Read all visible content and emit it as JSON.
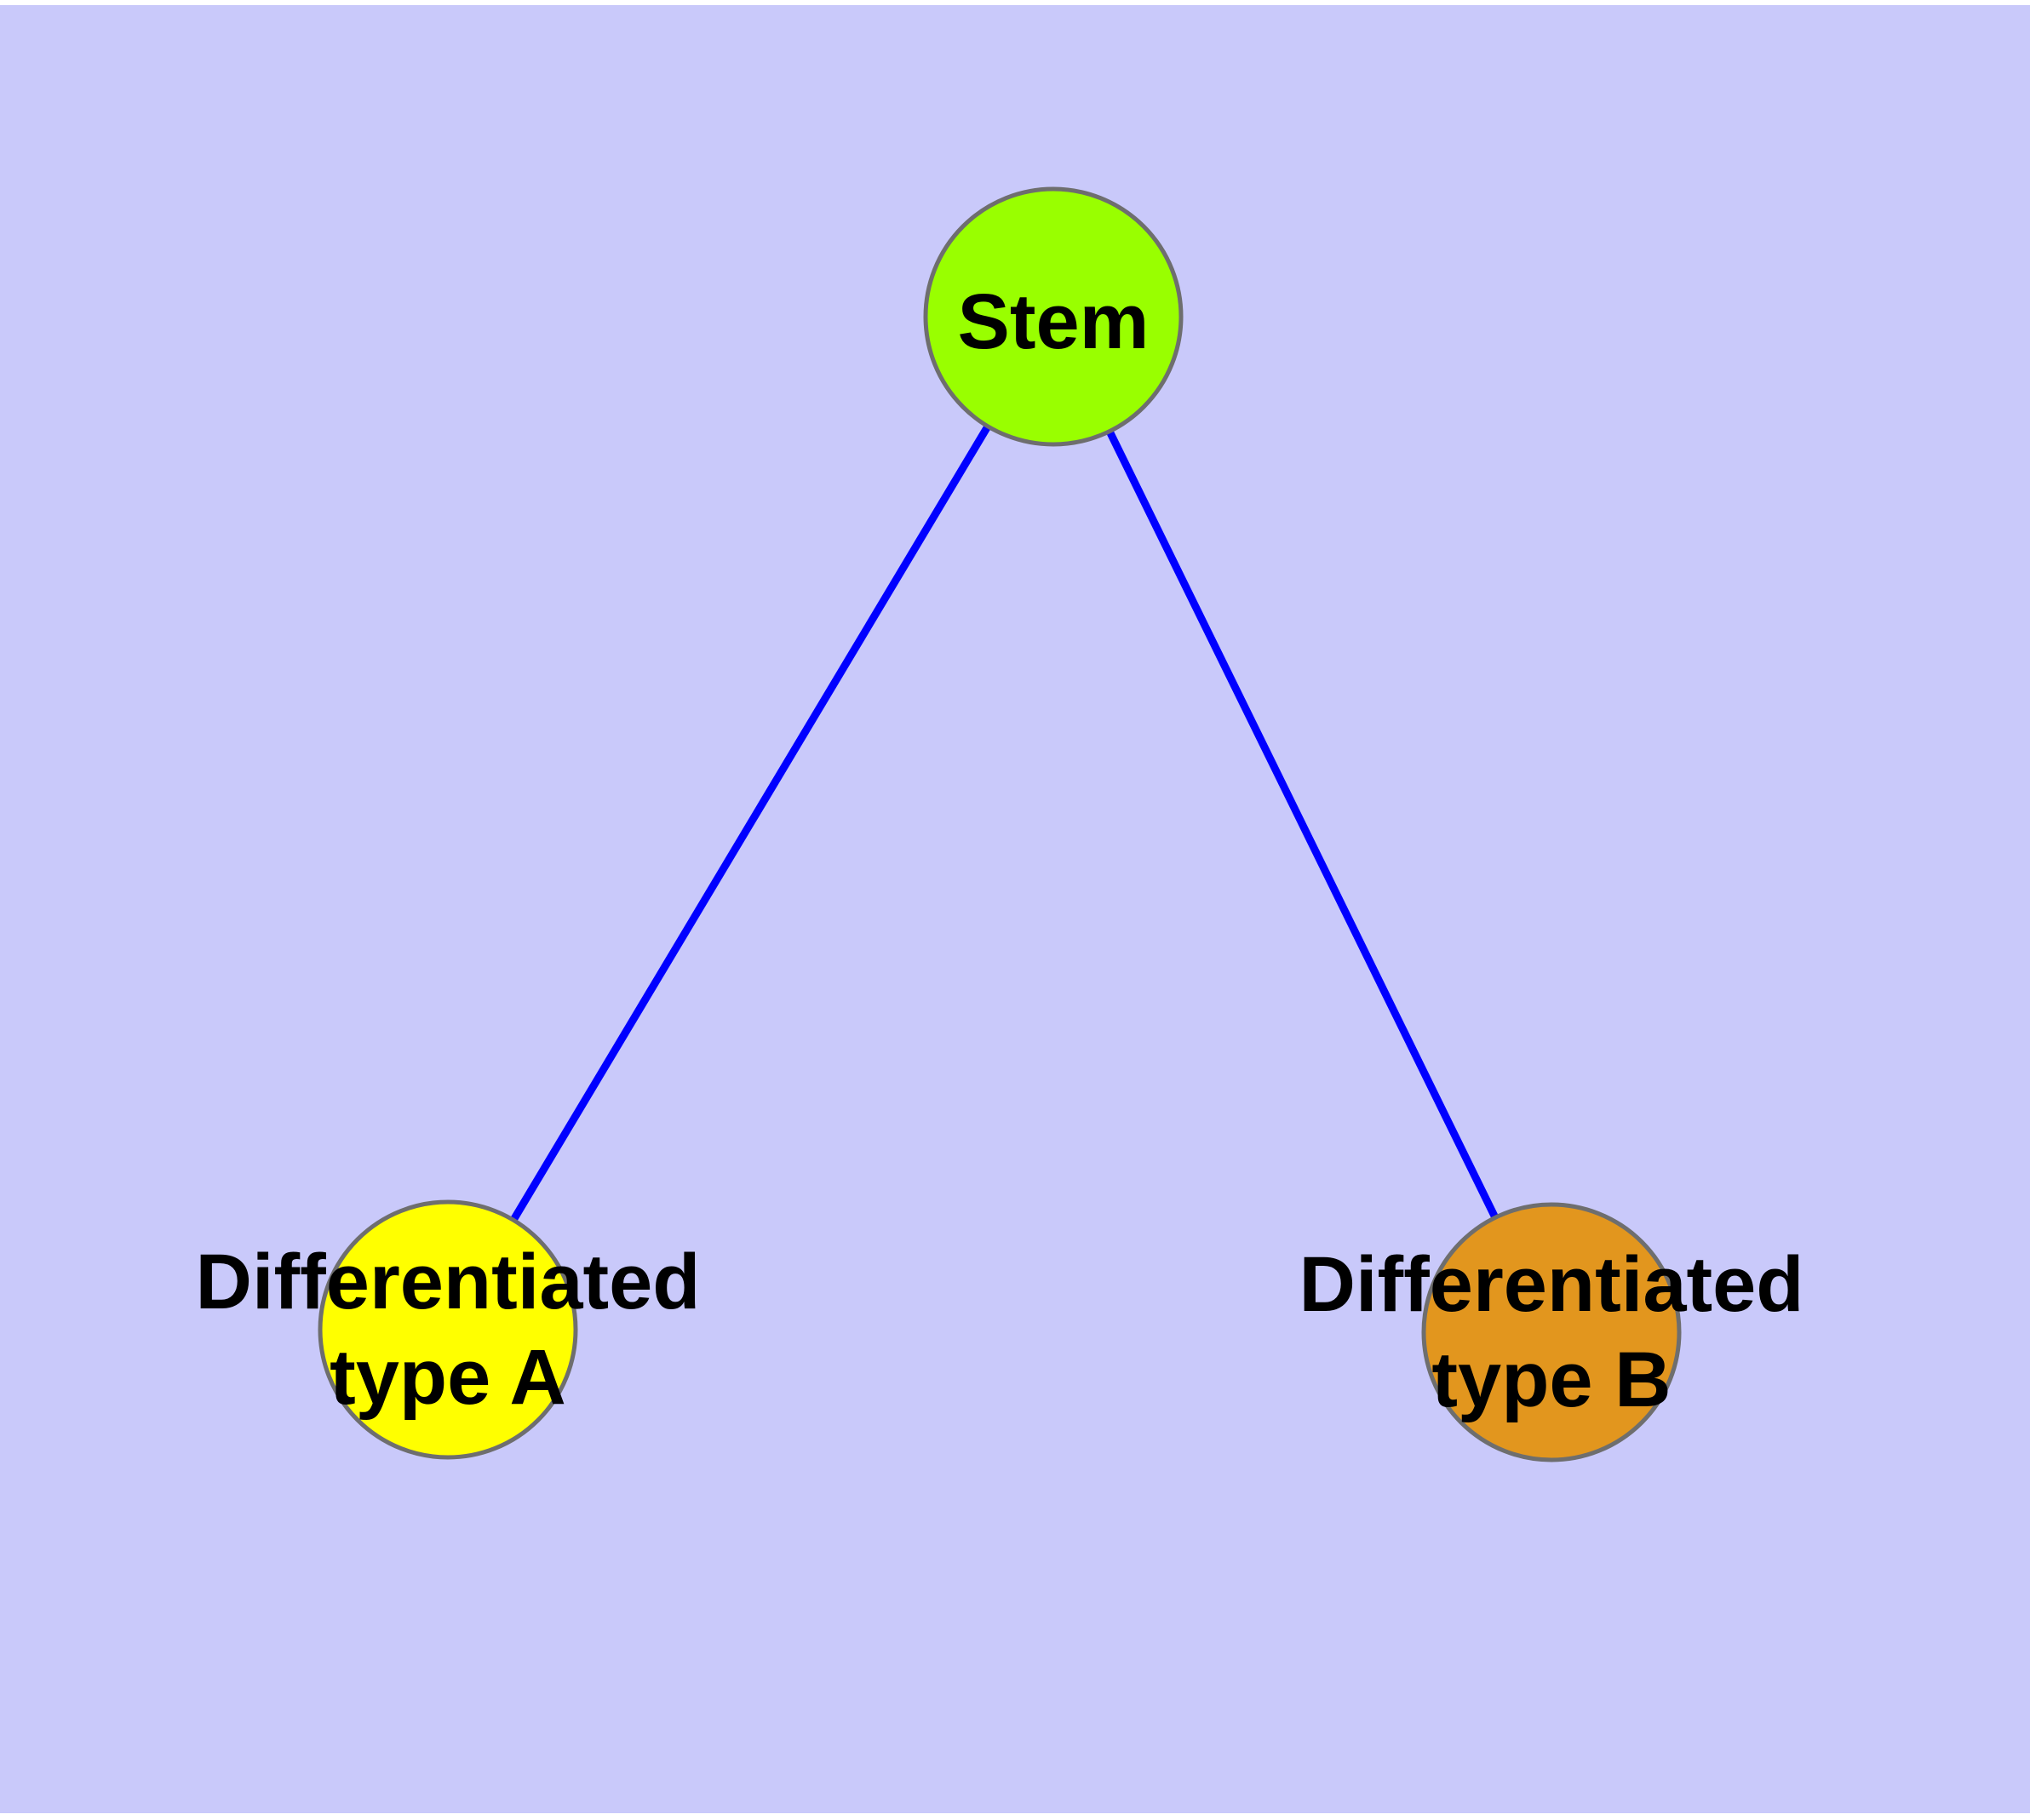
{
  "diagram": {
    "type": "node-link-graph",
    "background_color": "#C9C9FA",
    "page_margin_color": "#FFFFFF",
    "edge_color": "#0000FF",
    "node_border_color": "#6E6E6E",
    "label_color": "#000000",
    "nodes": {
      "stem": {
        "label": "Stem",
        "fill": "#99FF00"
      },
      "type_a": {
        "label_lines": [
          "Differentiated",
          "type A"
        ],
        "fill": "#FFFF00"
      },
      "type_b": {
        "label_lines": [
          "Differentiated",
          "type B"
        ],
        "fill": "#E2961E"
      }
    },
    "edges": [
      {
        "from": "stem",
        "to": "type_a"
      },
      {
        "from": "stem",
        "to": "type_b"
      }
    ]
  }
}
